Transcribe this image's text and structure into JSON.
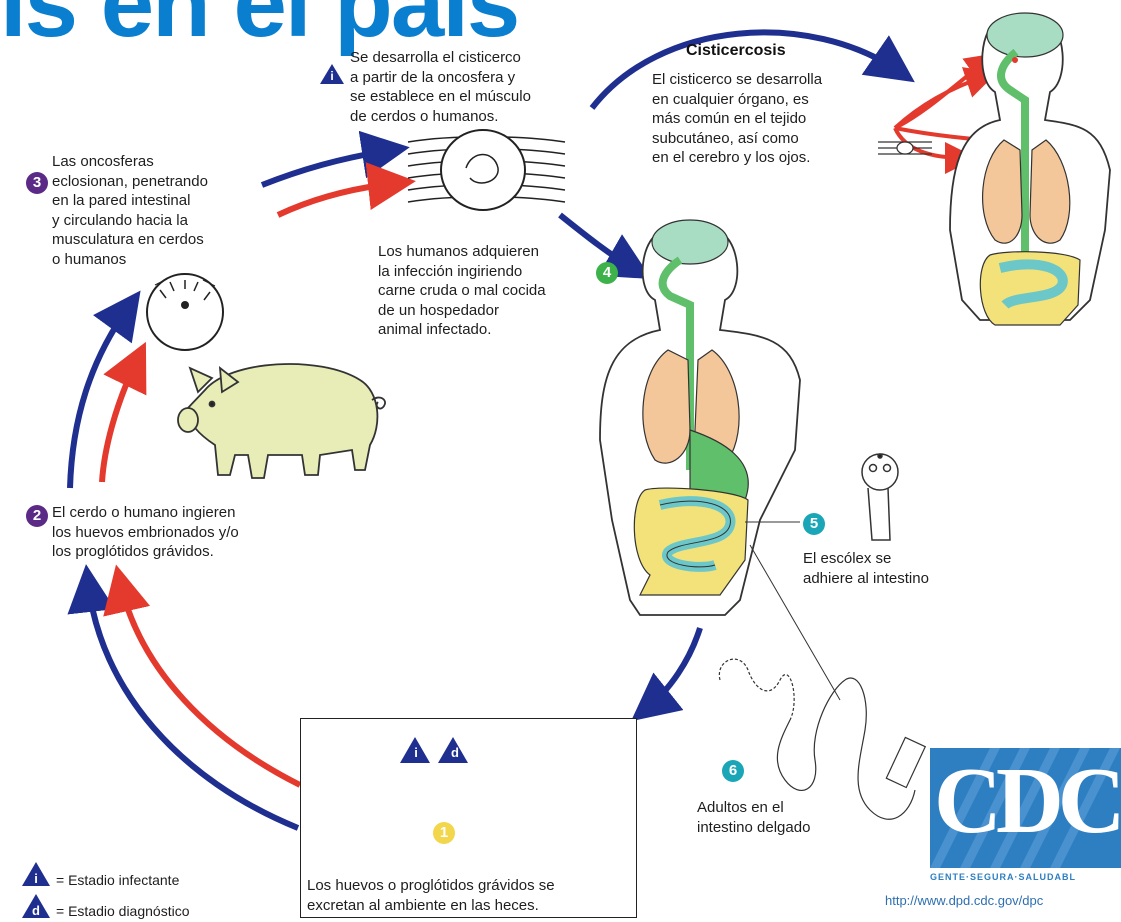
{
  "banner": {
    "text": "is en el país"
  },
  "steps": {
    "s1": {
      "number": "1",
      "text": "Los huevos o proglótidos grávidos se\nexcretan al ambiente en las heces."
    },
    "s2": {
      "number": "2",
      "text": "El cerdo o humano ingieren\nlos huevos embrionados y/o\nlos proglótidos grávidos."
    },
    "s3": {
      "number": "3",
      "text": "Las oncosferas\neclosionan, penetrando\nen la pared intestinal\ny circulando hacia la\nmusculatura en cerdos\no humanos"
    },
    "s4": {
      "number": "4",
      "text": "Los humanos adquieren\nla infección ingiriendo\ncarne cruda o mal cocida\nde un hospedador\nanimal infectado."
    },
    "s5": {
      "number": "5",
      "text": "El escólex se\nadhiere al intestino"
    },
    "s6": {
      "number": "6",
      "text": "Adultos en el\nintestino delgado"
    }
  },
  "cysticercus": {
    "text": "Se desarrolla el cisticerco\na partir de la oncosfera y\nse establece en el músculo\nde cerdos o humanos."
  },
  "cisticercosis": {
    "title": "Cisticercosis",
    "text": "El cisticerco se desarrolla\nen cualquier órgano, es\nmás común en el tejido\nsubcutáneo, así como\nen el cerebro y los ojos."
  },
  "legend": {
    "infective_symbol": "i",
    "infective_label": "= Estadio infectante",
    "diagnostic_symbol": "d",
    "diagnostic_label": "= Estadio diagnóstico"
  },
  "box_symbols": {
    "infective": "i",
    "diagnostic": "d"
  },
  "cdc": {
    "logo": "CDC",
    "tagline": "GENTE·SEGURA·SALUDABL",
    "url": "http://www.dpd.cdc.gov/dpc"
  },
  "colors": {
    "arrow_blue": "#1e2f8f",
    "arrow_red": "#e43a2e",
    "brain": "#a8ddc4",
    "lung": "#f4c79b",
    "gut": "#5fbf6a",
    "colon": "#f3e27a",
    "small_intestine": "#6cc7c9",
    "pig": "#e8edb8",
    "banner": "#0a7fd0",
    "cdc_blue": "#2d7fc1"
  }
}
